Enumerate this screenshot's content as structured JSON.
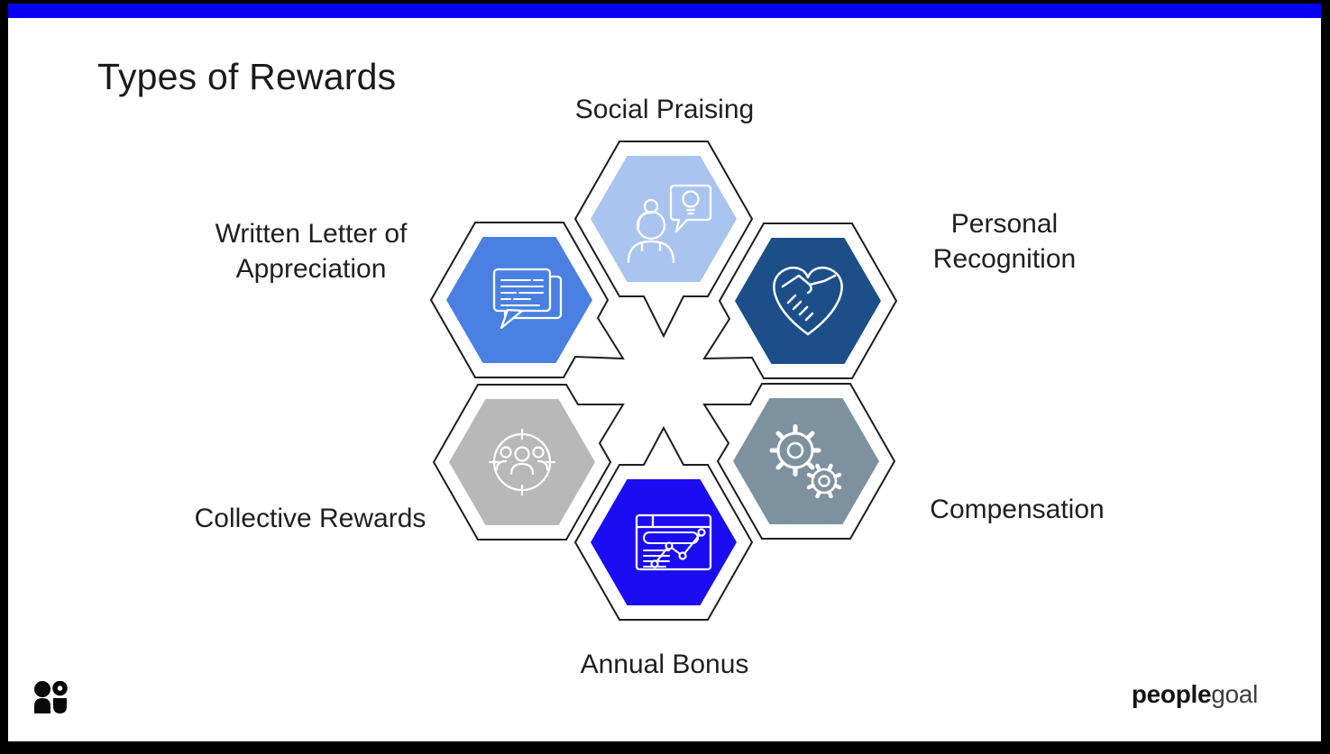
{
  "slide": {
    "title": "Types of Rewards",
    "topbar_color": "#0702F2",
    "outline_color": "#1d1d1d",
    "items": [
      {
        "id": "social-praising",
        "label": "Social Praising",
        "color": "#A9C4EF",
        "icon": "person-idea-speech-bubble-icon"
      },
      {
        "id": "written-letter",
        "label": "Written Letter of Appreciation",
        "color": "#4A80E1",
        "icon": "message-letter-icon"
      },
      {
        "id": "personal-recognition",
        "label": "Personal Recognition",
        "color": "#1C4F8A",
        "icon": "handshake-heart-icon"
      },
      {
        "id": "collective-rewards",
        "label": "Collective Rewards",
        "color": "#B8B8B8",
        "icon": "team-target-icon"
      },
      {
        "id": "compensation",
        "label": "Compensation",
        "color": "#7D929E",
        "icon": "gears-icon"
      },
      {
        "id": "annual-bonus",
        "label": "Annual Bonus",
        "color": "#1B0CF2",
        "icon": "report-chart-icon"
      }
    ],
    "footer": {
      "logo_bold": "people",
      "logo_light": "goal",
      "logo_mark": "peoplegoal-mark-icon"
    }
  }
}
